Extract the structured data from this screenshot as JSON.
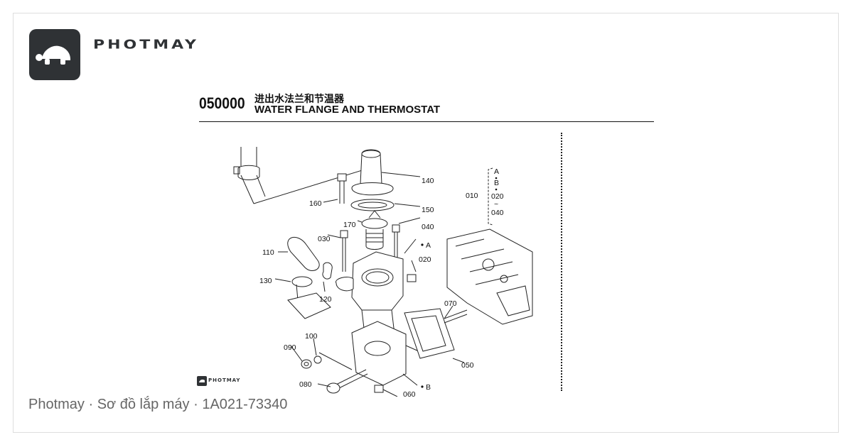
{
  "brand": {
    "name": "PHOTMAY",
    "logo_icon": "turtle-icon",
    "tile_color": "#2f3235"
  },
  "diagram": {
    "code": "050000",
    "title_cn": "进出水法兰和节温器",
    "title_en": "WATER FLANGE AND THERMOSTAT",
    "callouts": {
      "p140": "140",
      "p150": "150",
      "p160": "160",
      "p170": "170",
      "p040": "040",
      "p030": "030",
      "p110": "110",
      "p130": "130",
      "p120": "120",
      "p020": "020",
      "p070": "070",
      "p100": "100",
      "p090": "090",
      "p080": "080",
      "p060": "060",
      "p050": "050",
      "refA": "A",
      "refB": "B"
    },
    "legend": {
      "group": "010",
      "a": "A",
      "b": "B",
      "r1": "020",
      "tilde": "~",
      "r2": "040"
    },
    "watermark": "PHOTMAY"
  },
  "caption": "Photmay · Sơ đồ lắp máy · 1A021-73340"
}
